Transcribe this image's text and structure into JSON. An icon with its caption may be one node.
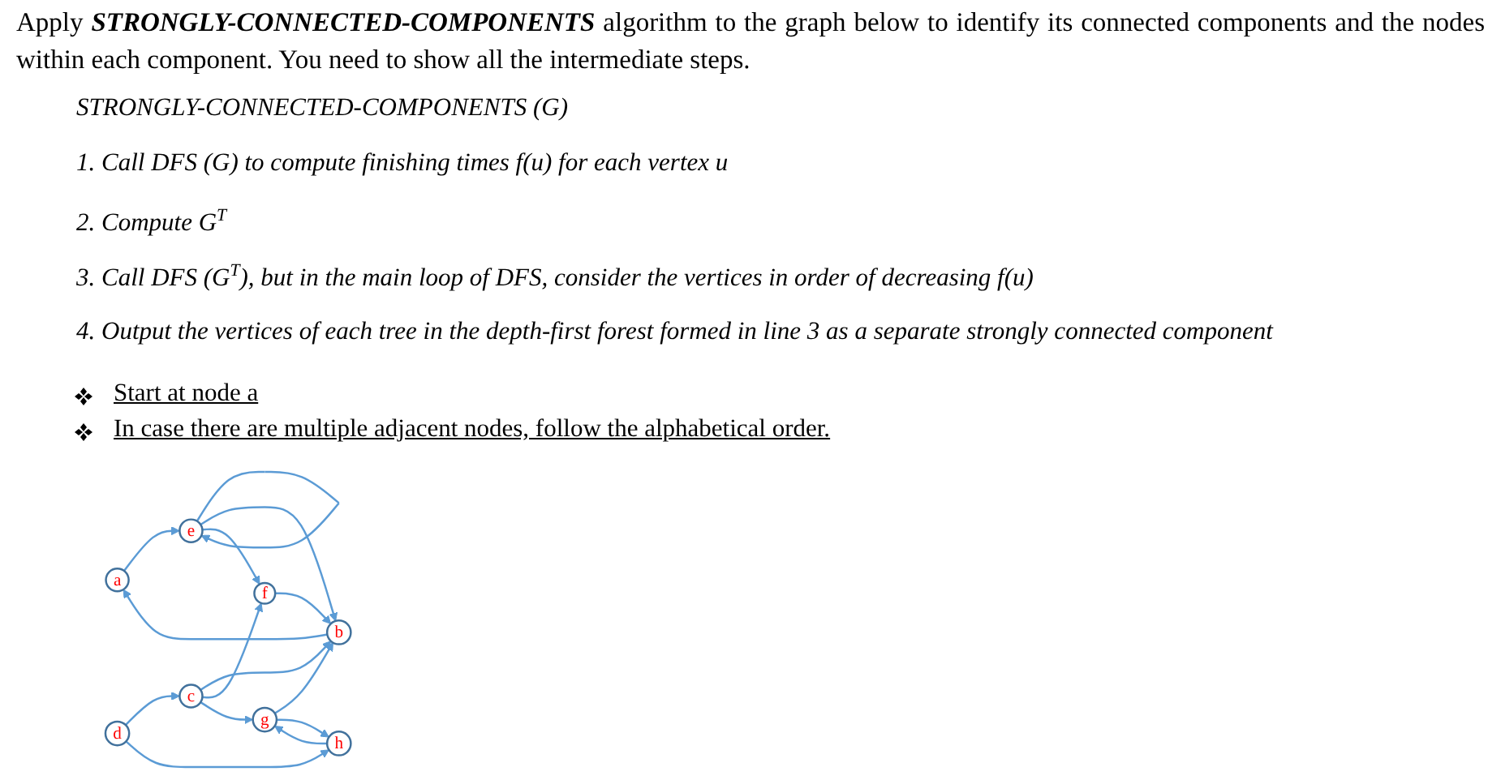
{
  "diagram": {
    "title": "Apply **STRONGLY-CONNECTED-COMPONENTS** algorithm to the graph below to identify its connected components and the nodes within each component. You need to show all the intermediate steps.",
    "nodes": [
      {
        "text": [
          "a"
        ]
      },
      {
        "text": [
          "b"
        ]
      },
      {
        "text": [
          "c"
        ]
      },
      {
        "text": [
          "d"
        ]
      },
      {
        "text": [
          "e"
        ]
      },
      {
        "text": [
          "f"
        ]
      },
      {
        "text": [
          "g"
        ]
      },
      {
        "text": [
          "h"
        ]
      }
    ],
    "edges": [
      {
        "from": 1,
        "to": 0,
        "arrow": "to"
      },
      {
        "from": 0,
        "to": 4,
        "arrow": "to"
      },
      {
        "from": 4,
        "to": 4,
        "arrow": "to"
      },
      {
        "from": 4,
        "to": 1,
        "arrow": "to"
      },
      {
        "from": 4,
        "to": 5,
        "arrow": "to"
      },
      {
        "from": 5,
        "to": 1,
        "arrow": "to"
      },
      {
        "from": 2,
        "to": 1,
        "arrow": "to"
      },
      {
        "from": 2,
        "to": 5,
        "arrow": "to"
      },
      {
        "from": 2,
        "to": 6,
        "arrow": "to"
      },
      {
        "from": 6,
        "to": 1,
        "arrow": "to"
      },
      {
        "from": 3,
        "to": 2,
        "arrow": "to"
      },
      {
        "from": 3,
        "to": 7,
        "arrow": "to"
      },
      {
        "from": 6,
        "to": 7,
        "arrow": "to"
      },
      {
        "from": 7,
        "to": 6,
        "arrow": "to"
      }
    ],
    "labels": [
      "STRONGLY-CONNECTED-COMPONENTS (G)",
      "1. Call DFS (G) to compute finishing times f(u) for each vertex u",
      "2. Compute G$^{T}$",
      "3. Call DFS (G$^{T}$), but in the main loop of DFS, consider the vertices in order of decreasing f(u)",
      "4. Output the vertices of each tree in the depth-first forest formed in line 3 as a separate strongly connected component",
      "Start at node a",
      "In case there are multiple adjacent nodes, follow the alphabetical order."
    ]
  }
}
